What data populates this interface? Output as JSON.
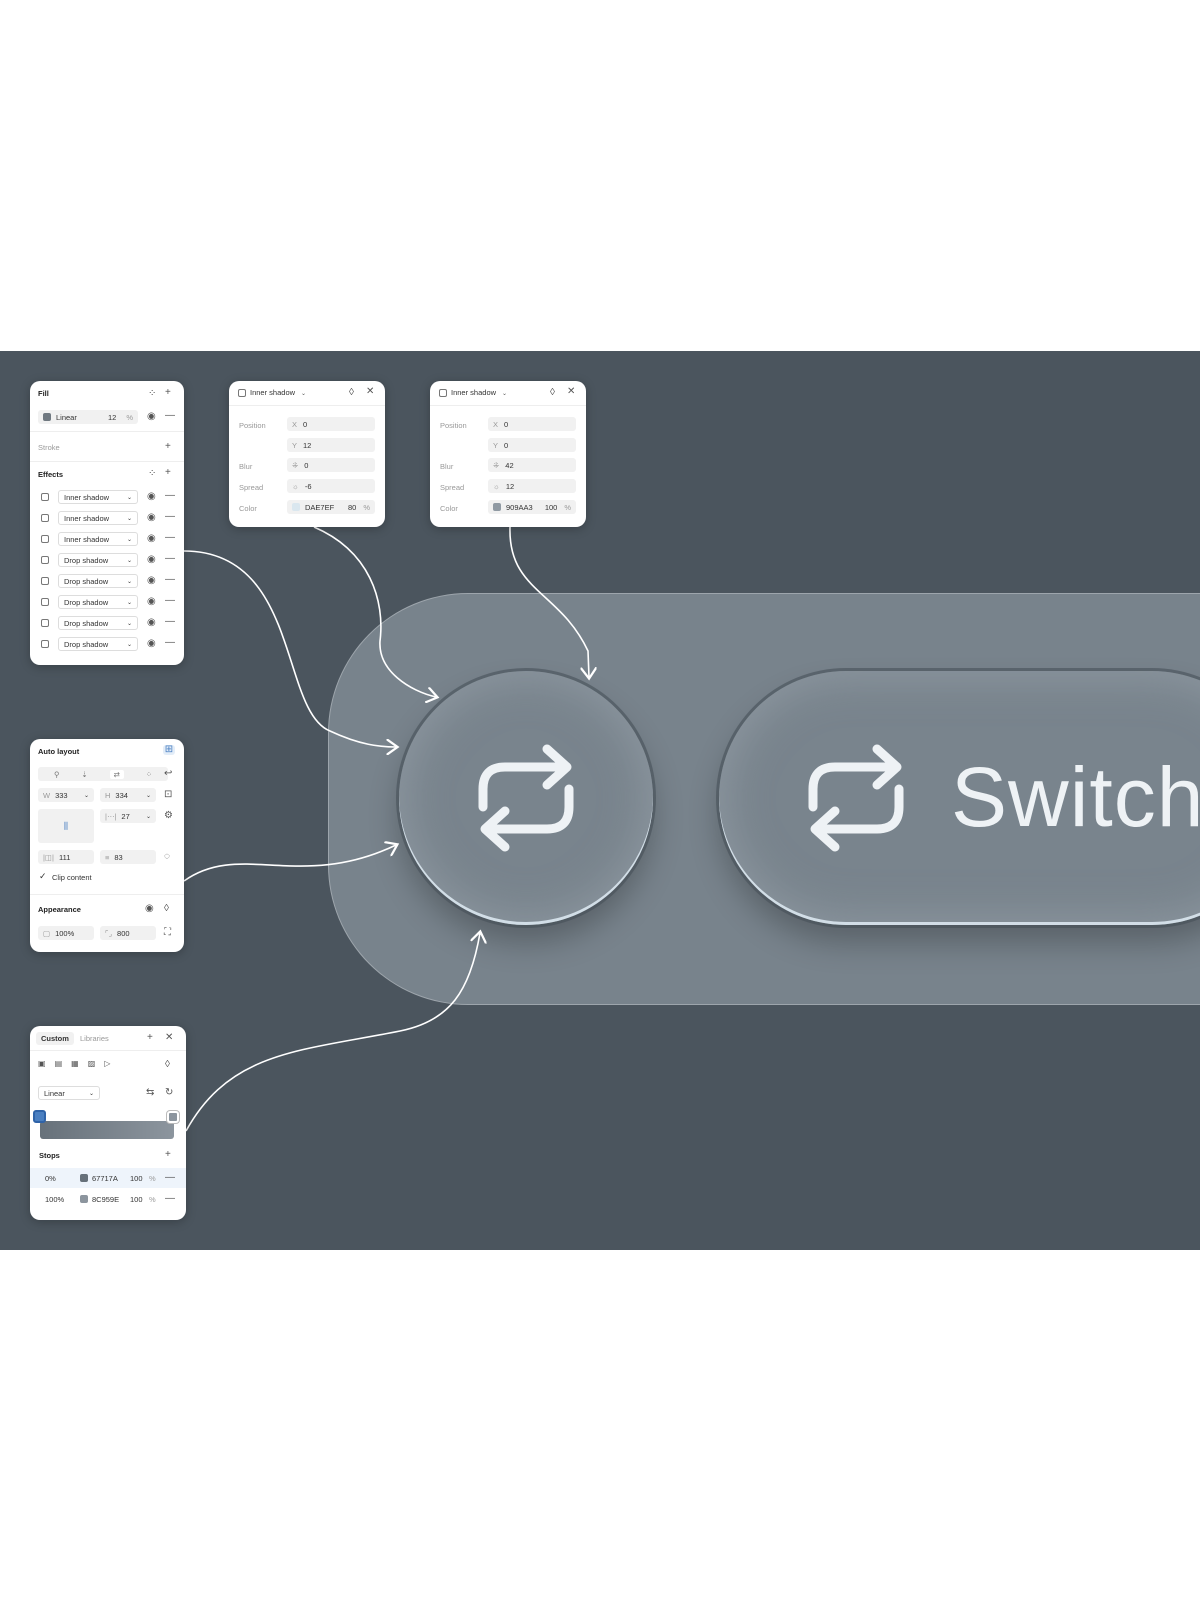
{
  "fill_panel": {
    "fill_title": "Fill",
    "fill_type": "Linear",
    "fill_value": "12",
    "fill_unit": "%",
    "stroke_title": "Stroke",
    "effects_title": "Effects",
    "effects": [
      "Inner shadow",
      "Inner shadow",
      "Inner shadow",
      "Drop shadow",
      "Drop shadow",
      "Drop shadow",
      "Drop shadow",
      "Drop shadow"
    ]
  },
  "shadow_panel_1": {
    "title": "Inner shadow",
    "position_label": "Position",
    "x_label": "X",
    "x": "0",
    "y_label": "Y",
    "y": "12",
    "blur_label": "Blur",
    "blur": "0",
    "spread_label": "Spread",
    "spread": "-6",
    "color_label": "Color",
    "color_hex": "DAE7EF",
    "opacity": "80",
    "unit": "%",
    "swatch": "#dae7ef"
  },
  "shadow_panel_2": {
    "title": "Inner shadow",
    "position_label": "Position",
    "x_label": "X",
    "x": "0",
    "y_label": "Y",
    "y": "0",
    "blur_label": "Blur",
    "blur": "42",
    "spread_label": "Spread",
    "spread": "12",
    "color_label": "Color",
    "color_hex": "909AA3",
    "opacity": "100",
    "unit": "%",
    "swatch": "#909aa3"
  },
  "auto_layout_panel": {
    "title": "Auto layout",
    "w_label": "W",
    "w": "333",
    "h_label": "H",
    "h": "334",
    "gap": "27",
    "pad_h": "111",
    "pad_v": "83",
    "clip_label": "Clip content",
    "appearance_title": "Appearance",
    "opacity": "100%",
    "radius": "800"
  },
  "gradient_panel": {
    "tab_custom": "Custom",
    "tab_libraries": "Libraries",
    "type": "Linear",
    "stops_title": "Stops",
    "stops": [
      {
        "pos": "0%",
        "hex": "67717A",
        "opacity": "100",
        "unit": "%",
        "swatch": "#67717a"
      },
      {
        "pos": "100%",
        "hex": "8C959E",
        "opacity": "100",
        "unit": "%",
        "swatch": "#8c959e"
      }
    ]
  },
  "canvas": {
    "button_label": "Switch"
  },
  "colors": {
    "stage_bg": "#4b555e",
    "button_fill": "#79848d",
    "accent": "#4a7fc1"
  }
}
